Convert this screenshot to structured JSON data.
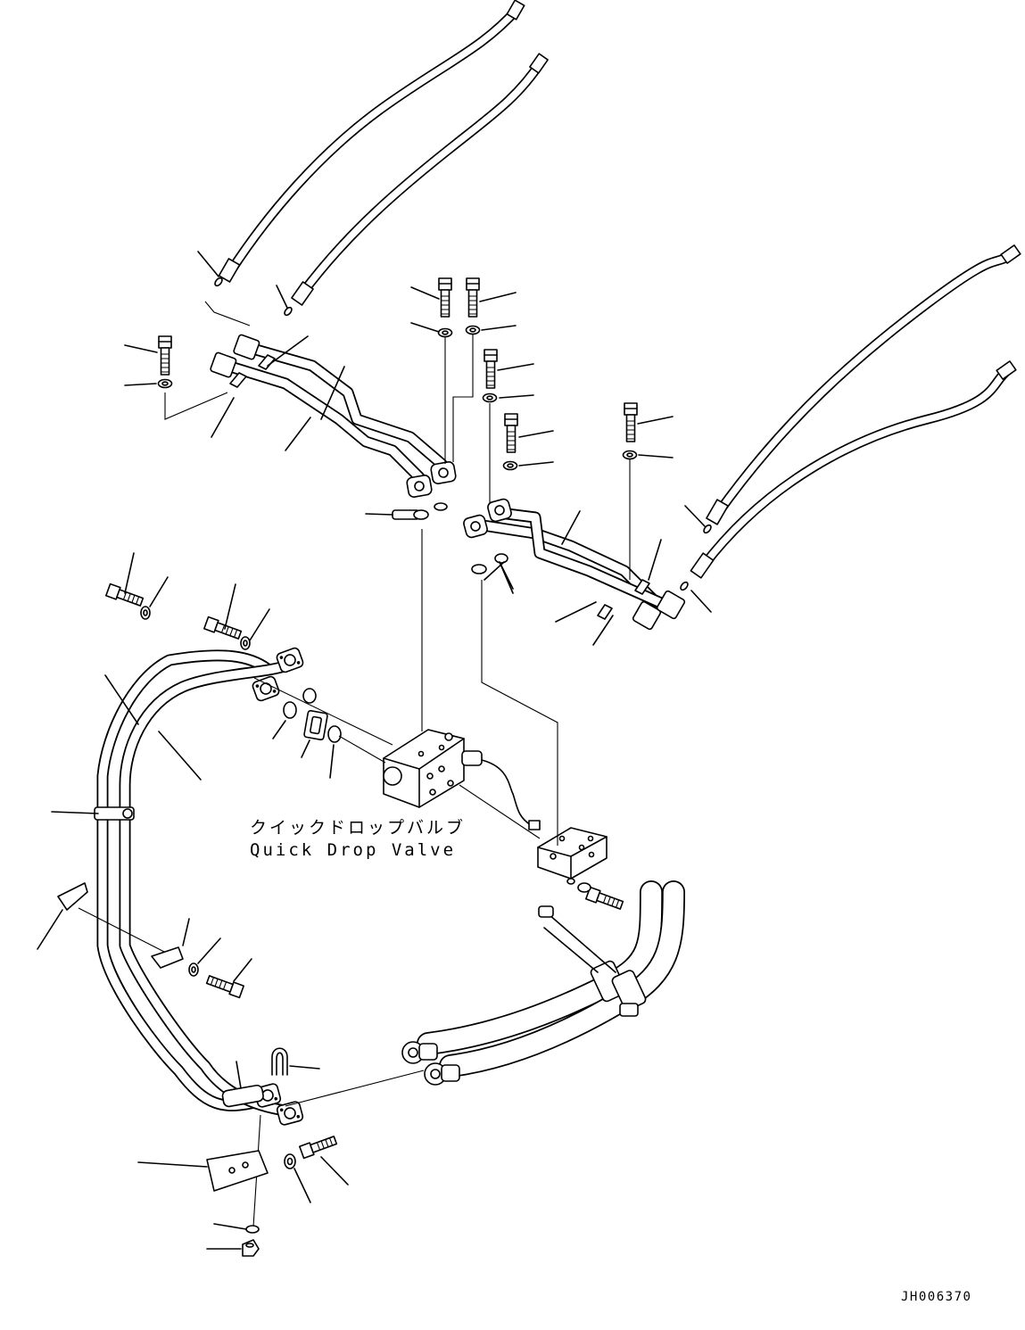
{
  "diagram": {
    "label_japanese": "クイックドロップバルブ",
    "label_english": "Quick Drop Valve",
    "drawing_code": "JH006370"
  },
  "colors": {
    "line": "#000000",
    "background": "#ffffff"
  }
}
